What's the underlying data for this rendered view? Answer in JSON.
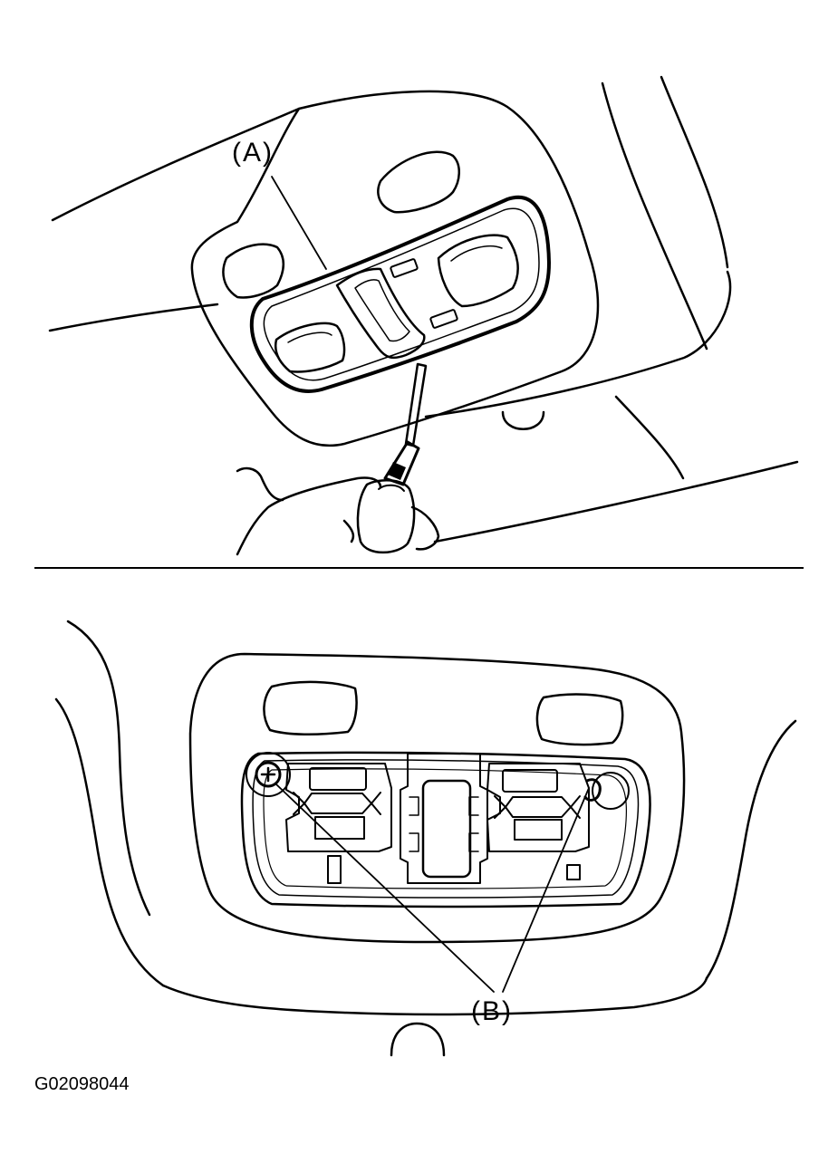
{
  "labels": {
    "a": "(A)",
    "b": "(B)"
  },
  "figure_code": "G02098044",
  "colors": {
    "ink": "#000000",
    "paper": "#ffffff"
  }
}
